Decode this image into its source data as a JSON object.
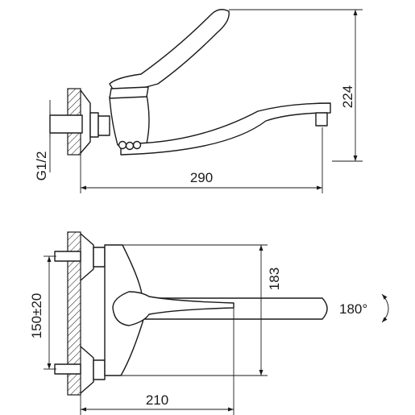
{
  "side_view": {
    "dims": {
      "height": "224",
      "length": "290",
      "thread": "G1/2"
    }
  },
  "top_view": {
    "dims": {
      "spacing": "150±20",
      "depth": "183",
      "reach": "210",
      "rotation": "180°"
    }
  }
}
